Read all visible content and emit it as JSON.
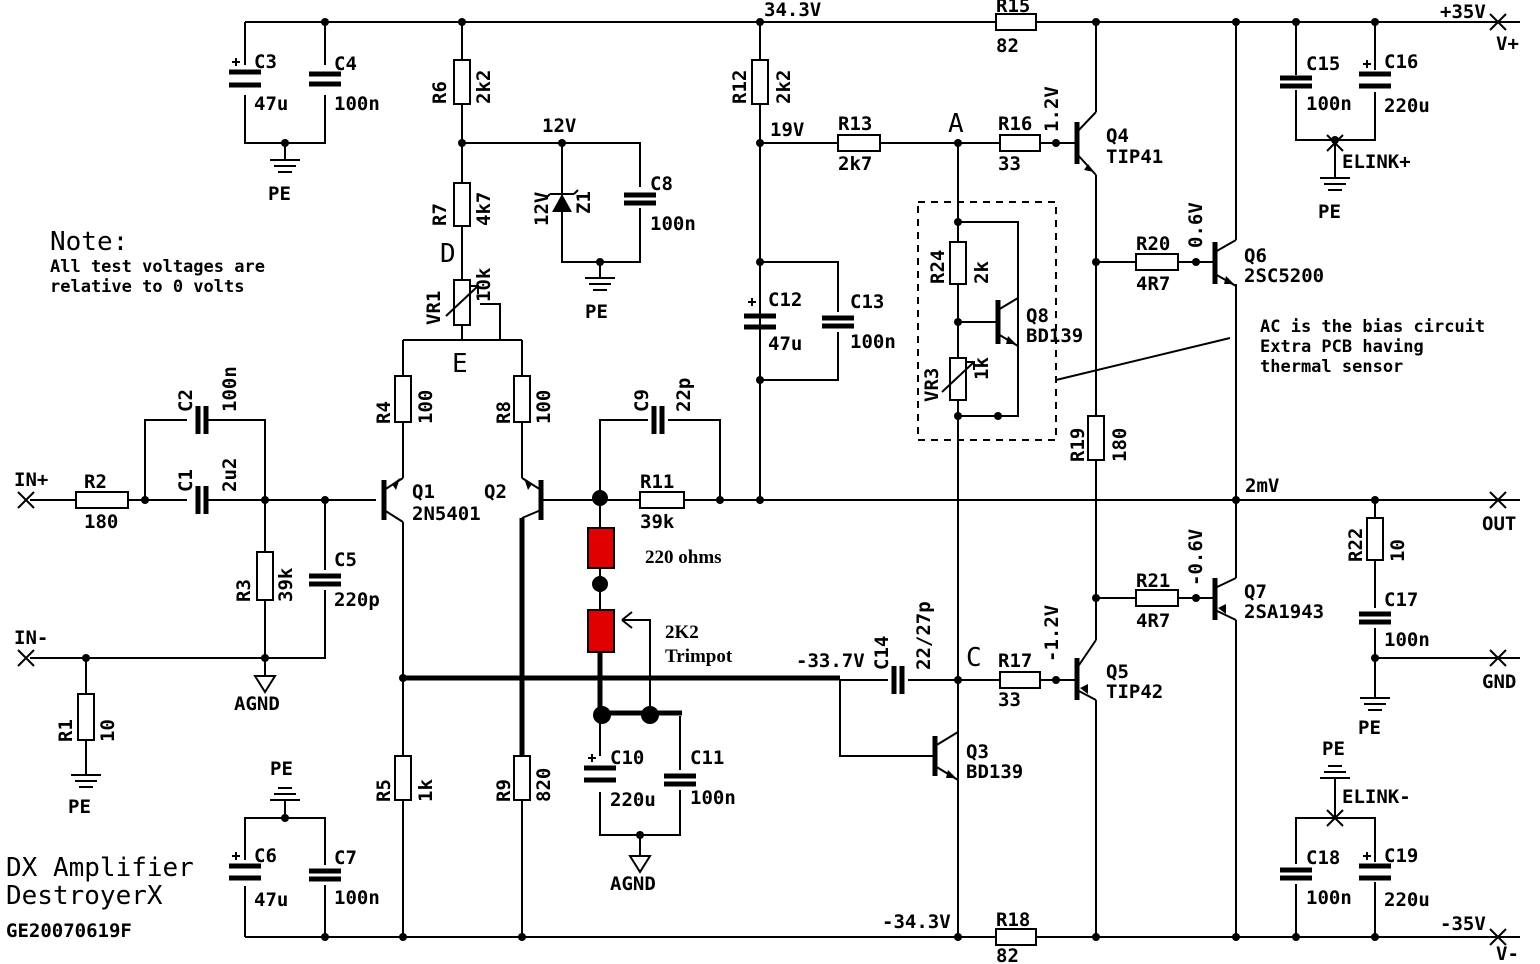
{
  "title": "DX Amplifier",
  "subtitle": "DestroyerX",
  "code": "GE20070619F",
  "note": {
    "heading": "Note:",
    "line1": "All test voltages are",
    "line2": "relative to 0 volts"
  },
  "bias_note": {
    "line1": "AC is the bias circuit",
    "line2": "Extra PCB having",
    "line3": "thermal sensor"
  },
  "annotations": {
    "r220": "220 ohms",
    "trim1": "2K2",
    "trim2": "Trimpot"
  },
  "nodes": {
    "A": "A",
    "C": "C",
    "D": "D",
    "E": "E"
  },
  "voltages": {
    "v343": "34.3V",
    "v12": "12V",
    "v19": "19V",
    "v12b": "1.2V",
    "v06": "0.6V",
    "v2m": "2mV",
    "vm06": "-0.6V",
    "vm12": "-1.2V",
    "vm337": "-33.7V",
    "vm343": "-34.3V",
    "vp35": "+35V",
    "vm35": "-35V"
  },
  "ports": {
    "in_plus": "IN+",
    "in_minus": "IN-",
    "out": "OUT",
    "gnd": "GND",
    "v_plus": "V+",
    "v_minus": "V-"
  },
  "grounds": {
    "pe": "PE",
    "agnd": "AGND",
    "elink_p": "ELINK+",
    "elink_m": "ELINK-"
  },
  "parts": {
    "R1": [
      "R1",
      "10"
    ],
    "R2": [
      "R2",
      "180"
    ],
    "R3": [
      "R3",
      "39k"
    ],
    "R4": [
      "R4",
      "100"
    ],
    "R5": [
      "R5",
      "1k"
    ],
    "R6": [
      "R6",
      "2k2"
    ],
    "R7": [
      "R7",
      "4k7"
    ],
    "R8": [
      "R8",
      "100"
    ],
    "R9": [
      "R9",
      "820"
    ],
    "R11": [
      "R11",
      "39k"
    ],
    "R12": [
      "R12",
      "2k2"
    ],
    "R13": [
      "R13",
      "2k7"
    ],
    "R15": [
      "R15",
      "82"
    ],
    "R16": [
      "R16",
      "33"
    ],
    "R17": [
      "R17",
      "33"
    ],
    "R18": [
      "R18",
      "82"
    ],
    "R19": [
      "R19",
      "180"
    ],
    "R20": [
      "R20",
      "4R7"
    ],
    "R21": [
      "R21",
      "4R7"
    ],
    "R22": [
      "R22",
      "10"
    ],
    "R24": [
      "R24",
      "2k"
    ],
    "VR1": [
      "VR1",
      "10k"
    ],
    "VR3": [
      "VR3",
      "1k"
    ],
    "C1": [
      "C1",
      "2u2"
    ],
    "C2": [
      "C2",
      "100n"
    ],
    "C3": [
      "C3",
      "47u"
    ],
    "C4": [
      "C4",
      "100n"
    ],
    "C5": [
      "C5",
      "220p"
    ],
    "C6": [
      "C6",
      "47u"
    ],
    "C7": [
      "C7",
      "100n"
    ],
    "C8": [
      "C8",
      "100n"
    ],
    "C9": [
      "C9",
      "22p"
    ],
    "C10": [
      "C10",
      "220u"
    ],
    "C11": [
      "C11",
      "100n"
    ],
    "C12": [
      "C12",
      "47u"
    ],
    "C13": [
      "C13",
      "100n"
    ],
    "C14": [
      "C14",
      "22/27p"
    ],
    "C15": [
      "C15",
      "100n"
    ],
    "C16": [
      "C16",
      "220u"
    ],
    "C17": [
      "C17",
      "100n"
    ],
    "C18": [
      "C18",
      "100n"
    ],
    "C19": [
      "C19",
      "220u"
    ],
    "Q1": [
      "Q1",
      "2N5401"
    ],
    "Q2": [
      "Q2",
      ""
    ],
    "Q3": [
      "Q3",
      "BD139"
    ],
    "Q4": [
      "Q4",
      "TIP41"
    ],
    "Q5": [
      "Q5",
      "TIP42"
    ],
    "Q6": [
      "Q6",
      "2SC5200"
    ],
    "Q7": [
      "Q7",
      "2SA1943"
    ],
    "Q8": [
      "Q8",
      "BD139"
    ],
    "Z1": [
      "Z1",
      "12V"
    ]
  }
}
